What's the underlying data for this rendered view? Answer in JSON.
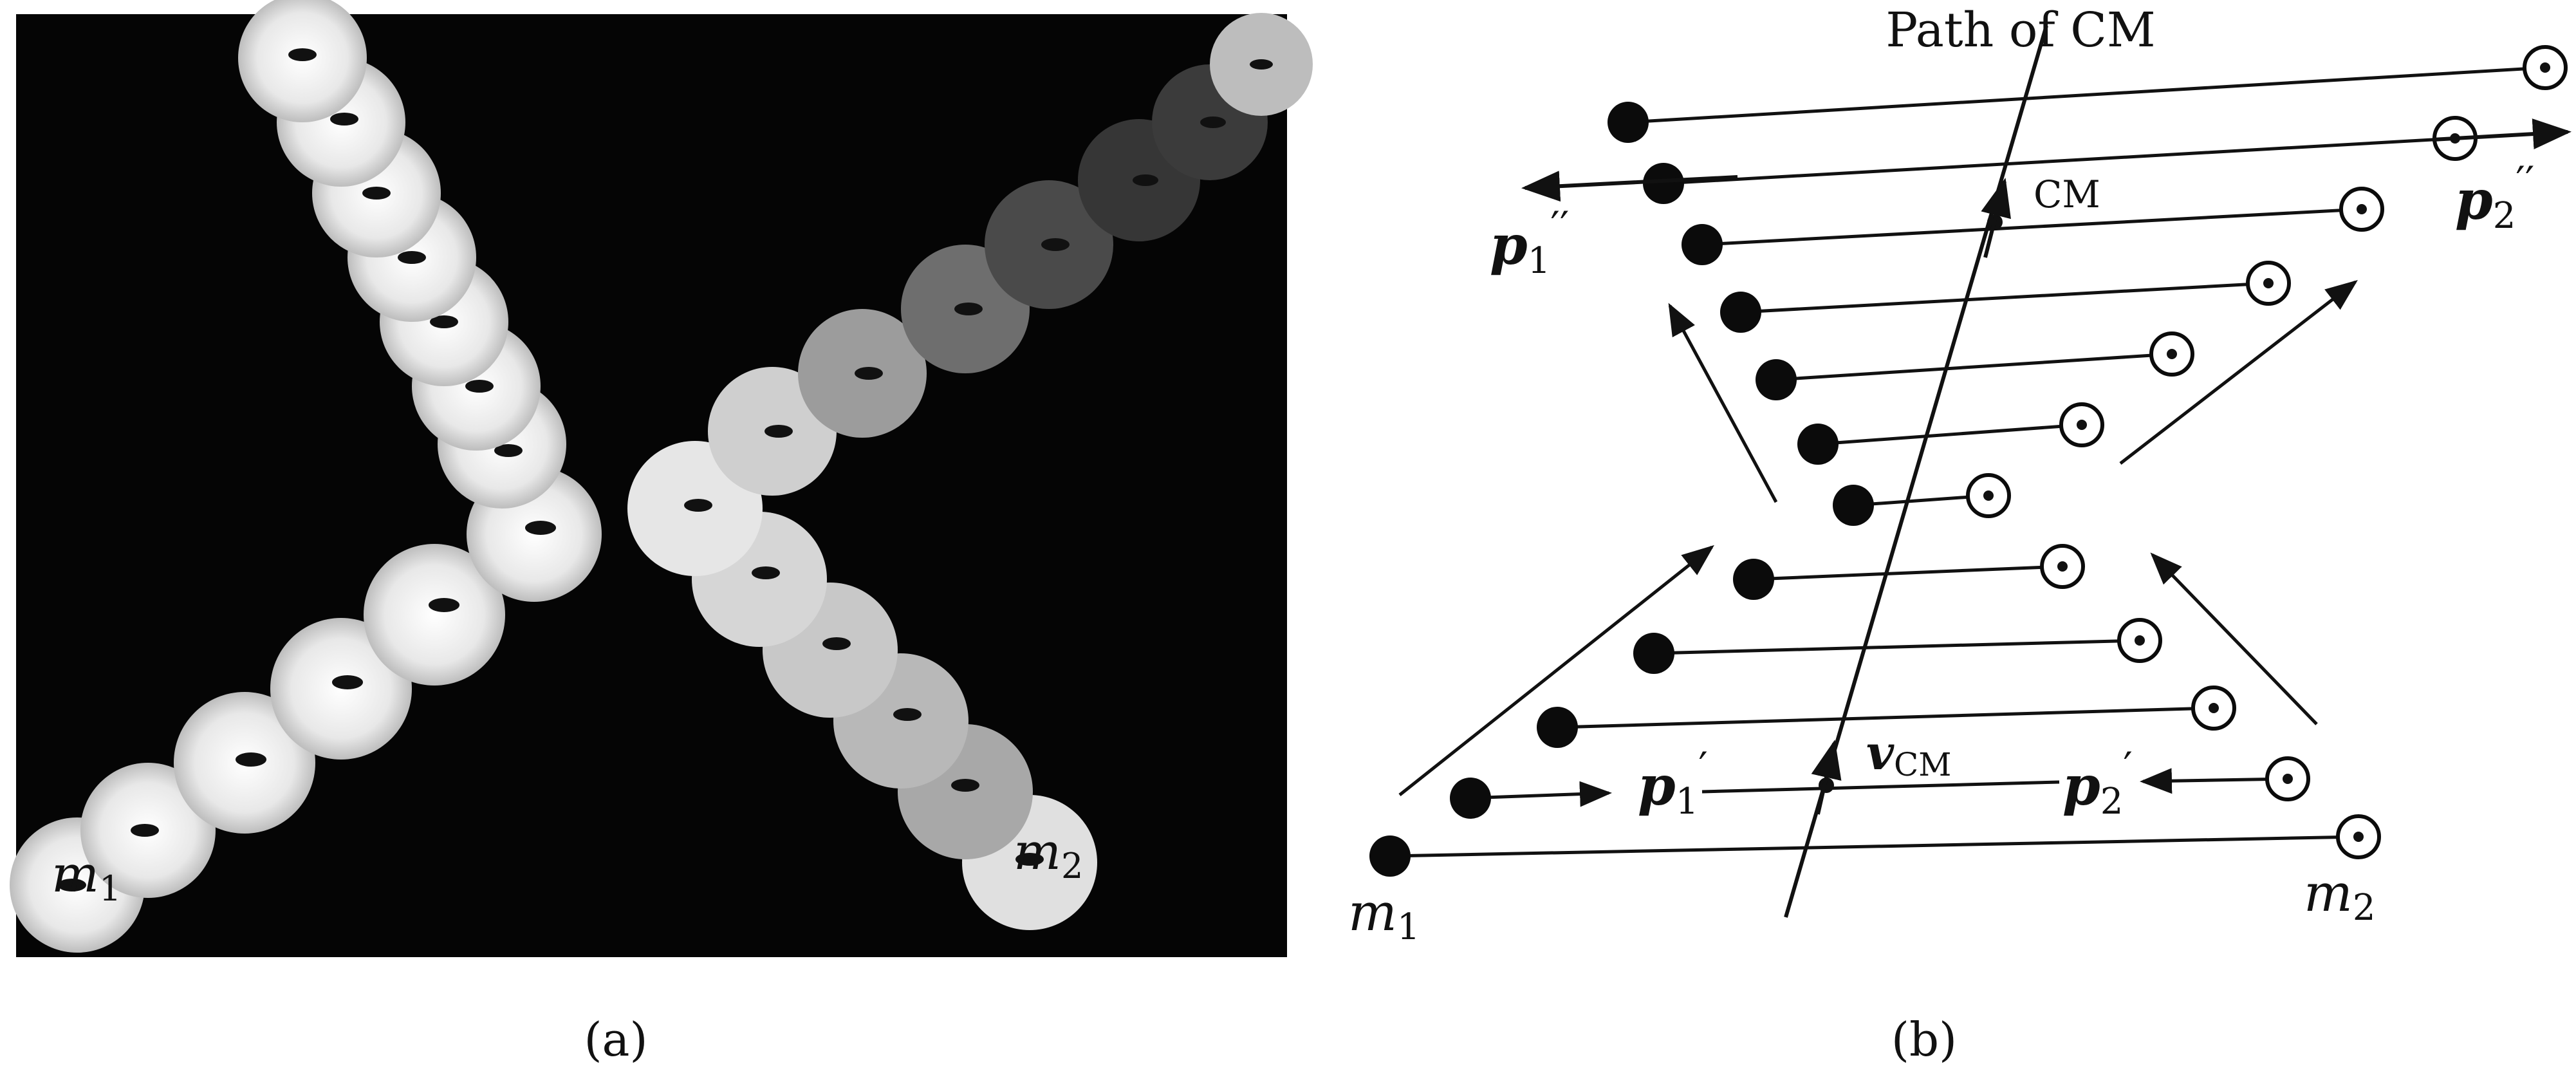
{
  "panel_a": {
    "caption": "(a)",
    "label_m1": "m",
    "label_m1_sub": "1",
    "label_m2": "m",
    "label_m2_sub": "2"
  },
  "panel_b": {
    "caption": "(b)",
    "path_label": "Path of CM",
    "cm_label": "CM",
    "v_cm": {
      "main": "v",
      "sub": "CM"
    },
    "p1_prime": {
      "main": "p",
      "sub": "1",
      "prime": "′"
    },
    "p2_prime": {
      "main": "p",
      "sub": "2",
      "prime": "′"
    },
    "p1_double_prime": {
      "main": "p",
      "sub": "1",
      "prime": "′′"
    },
    "p2_double_prime": {
      "main": "p",
      "sub": "2",
      "prime": "′′"
    },
    "m1": {
      "main": "m",
      "sub": "1"
    },
    "m2": {
      "main": "m",
      "sub": "2"
    }
  }
}
